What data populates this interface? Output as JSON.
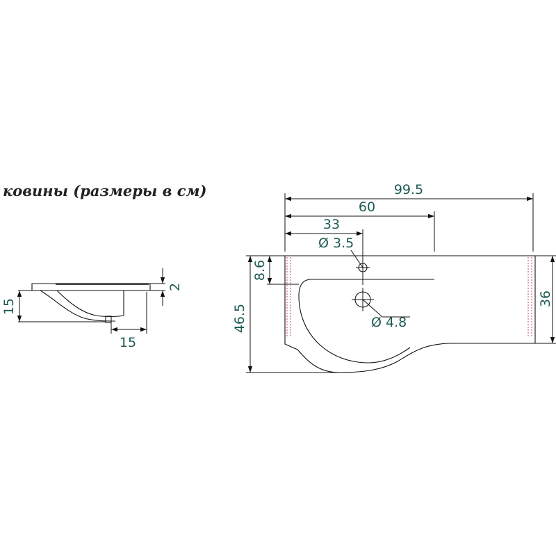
{
  "title": "ковины (размеры в см)",
  "side_view": {
    "height": "15",
    "thickness": "2",
    "depth": "15"
  },
  "top_view": {
    "total_width": "99.5",
    "width_60": "60",
    "width_33": "33",
    "hole_small": "Ø 3.5",
    "hole_large": "Ø 4.8",
    "depth_total": "46.5",
    "depth_top": "8.6",
    "depth_right": "36"
  },
  "colors": {
    "dimension_text": "#1d5a52",
    "hidden_lines": "#c8466a"
  }
}
